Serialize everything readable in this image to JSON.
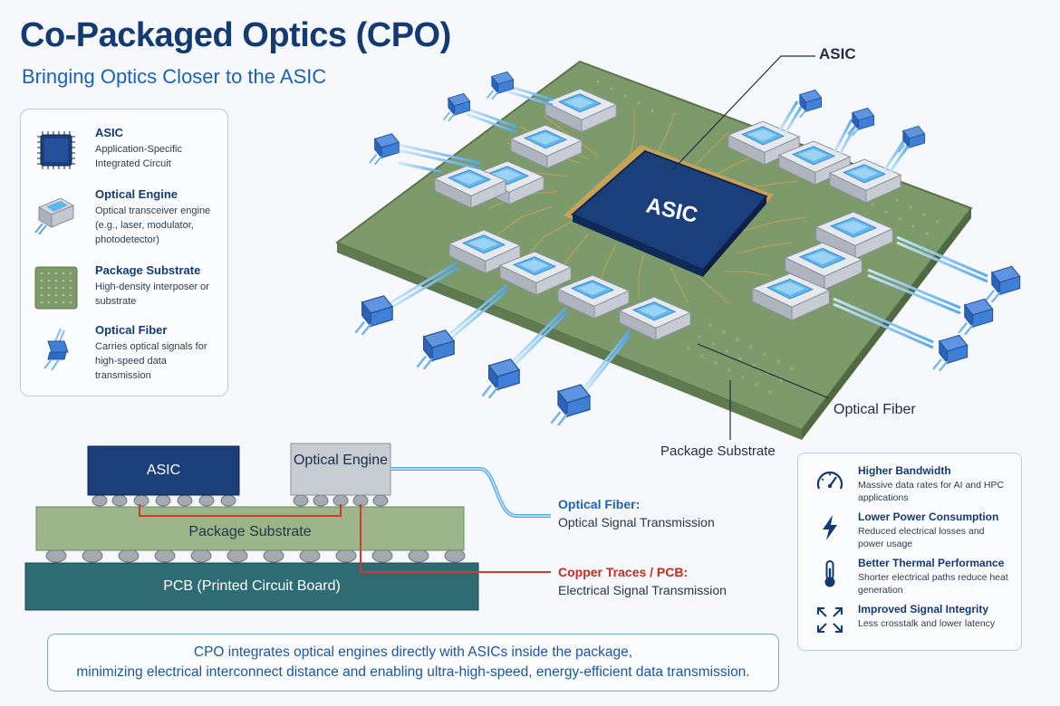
{
  "header": {
    "title": "Co-Packaged Optics (CPO)",
    "subtitle": "Bringing Optics Closer to the ASIC"
  },
  "legend": {
    "items": [
      {
        "title": "ASIC",
        "desc": "Application-Specific Integrated Circuit",
        "icon": "asic-chip-icon"
      },
      {
        "title": "Optical Engine",
        "desc": "Optical transceiver engine (e.g., laser, modulator, photodetector)",
        "icon": "optical-engine-icon"
      },
      {
        "title": "Package Substrate",
        "desc": "High-density interposer or substrate",
        "icon": "substrate-icon"
      },
      {
        "title": "Optical Fiber",
        "desc": "Carries optical signals for high-speed data transmission",
        "icon": "fiber-connector-icon"
      }
    ]
  },
  "main": {
    "asic_chip_label": "ASIC",
    "callout_asic": "ASIC",
    "callout_fiber": "Optical Fiber",
    "callout_substrate": "Package Substrate"
  },
  "cross_section": {
    "asic": "ASIC",
    "optical_engine": "Optical Engine",
    "substrate": "Package Substrate",
    "pcb": "PCB (Printed Circuit Board)",
    "fiber_title": "Optical Fiber:",
    "fiber_desc": "Optical Signal Transmission",
    "copper_title": "Copper Traces / PCB:",
    "copper_desc": "Electrical Signal Transmission"
  },
  "benefits": [
    {
      "title": "Higher Bandwidth",
      "desc": "Massive data rates for AI and HPC applications",
      "icon": "speedometer-icon"
    },
    {
      "title": "Lower Power Consumption",
      "desc": "Reduced electrical losses and power usage",
      "icon": "lightning-icon"
    },
    {
      "title": "Better Thermal Performance",
      "desc": "Shorter electrical paths reduce heat generation",
      "icon": "thermometer-icon"
    },
    {
      "title": "Improved Signal Integrity",
      "desc": "Less crosstalk and lower latency",
      "icon": "arrows-expand-icon"
    }
  ],
  "footer": {
    "line1": "CPO integrates optical engines directly with ASICs inside the package,",
    "line2": "minimizing electrical interconnect distance and enabling ultra-high-speed, energy-efficient data transmission."
  },
  "colors": {
    "brand_dark": "#143a73",
    "accent_blue": "#1a63b8",
    "substrate_green": "#7d9a6a",
    "copper_red": "#c62c1e",
    "pcb_teal": "#2f6b72"
  }
}
